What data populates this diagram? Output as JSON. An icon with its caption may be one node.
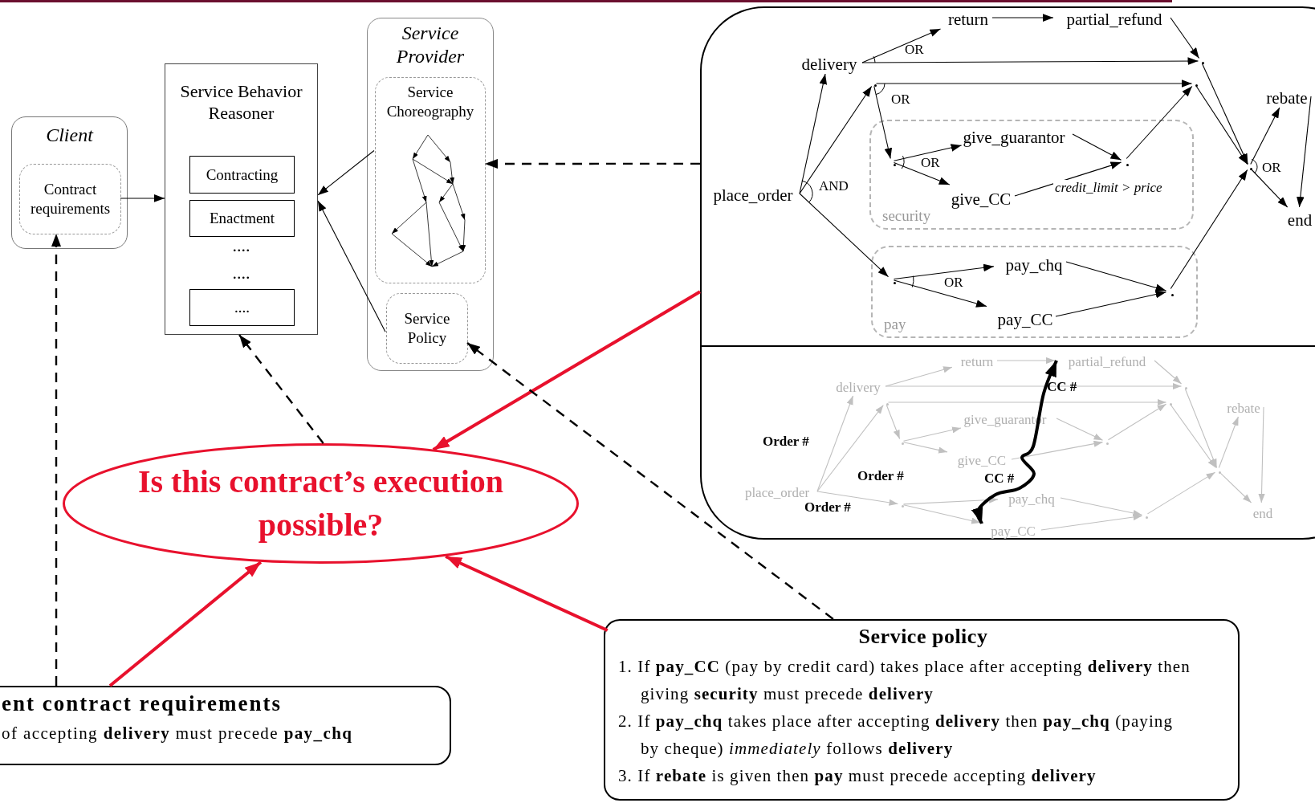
{
  "diagram": {
    "nodes": [
      {
        "text": [
          "Client"
        ]
      },
      {
        "text": [
          "Contract requirements"
        ],
        "in": 0
      },
      {
        "text": [
          "Service Behavior Reasoner",
          "....",
          "...."
        ]
      },
      {
        "text": [
          "Contracting"
        ],
        "in": 2
      },
      {
        "text": [
          "Enactment"
        ],
        "in": 2
      },
      {
        "text": [
          "...."
        ],
        "in": 2
      },
      {
        "text": [
          "Service Provider"
        ]
      },
      {
        "text": [
          "Service Choreography"
        ],
        "in": 6
      },
      {
        "text": [
          "Service Policy"
        ],
        "in": 6
      },
      {
        "text": [],
        "shape": "box"
      },
      {
        "text": [
          "delivery"
        ],
        "in": 9
      },
      {
        "text": [
          "return"
        ],
        "in": 9
      },
      {
        "text": [
          "partial_refund"
        ],
        "in": 9
      },
      {
        "text": [],
        "shape": "point",
        "in": 9
      },
      {
        "text": [],
        "shape": "point",
        "in": 9
      },
      {
        "text": [],
        "shape": "point",
        "in": 9
      },
      {
        "text": [
          "security"
        ],
        "in": 9
      },
      {
        "text": [],
        "shape": "point",
        "in": 16
      },
      {
        "text": [
          "give_guarantor"
        ],
        "in": 16
      },
      {
        "text": [
          "give_CC"
        ],
        "in": 16
      },
      {
        "text": [],
        "shape": "point",
        "in": 16
      },
      {
        "text": [
          "place_order"
        ],
        "in": 9
      },
      {
        "text": [
          "pay"
        ],
        "in": 9
      },
      {
        "text": [],
        "shape": "point",
        "in": 22
      },
      {
        "text": [
          "pay_chq"
        ],
        "in": 22
      },
      {
        "text": [
          "pay_CC"
        ],
        "in": 22
      },
      {
        "text": [],
        "shape": "point",
        "in": 22
      },
      {
        "text": [],
        "shape": "point",
        "in": 9
      },
      {
        "text": [
          "rebate"
        ],
        "in": 9
      },
      {
        "text": [
          "end"
        ],
        "in": 9
      },
      {
        "text": [
          "delivery"
        ],
        "in": 9
      },
      {
        "text": [
          "return"
        ],
        "in": 9
      },
      {
        "text": [
          "partial_refund"
        ],
        "in": 9
      },
      {
        "text": [],
        "shape": "point",
        "in": 9
      },
      {
        "text": [],
        "shape": "point",
        "in": 9
      },
      {
        "text": [],
        "shape": "point",
        "in": 9
      },
      {
        "text": [],
        "shape": "point",
        "in": 9
      },
      {
        "text": [
          "give_guarantor"
        ],
        "in": 9
      },
      {
        "text": [
          "give_CC"
        ],
        "in": 9
      },
      {
        "text": [],
        "shape": "point",
        "in": 9
      },
      {
        "text": [
          "place_order"
        ],
        "in": 9
      },
      {
        "text": [],
        "shape": "point",
        "in": 9
      },
      {
        "text": [
          "pay_chq"
        ],
        "in": 9
      },
      {
        "text": [
          "pay_CC"
        ],
        "in": 9
      },
      {
        "text": [],
        "shape": "point",
        "in": 9
      },
      {
        "text": [],
        "shape": "point",
        "in": 9
      },
      {
        "text": [
          "rebate"
        ],
        "in": 9
      },
      {
        "text": [
          "end"
        ],
        "in": 9
      },
      {
        "text": [
          "Is this contract’s execution possible?"
        ]
      },
      {
        "text": [
          "ent contract requirements",
          "of accepting **delivery** must precede **pay_chq**"
        ]
      },
      {
        "text": [
          "Service policy",
          "1. If **pay_CC** (pay by credit card) takes place after accepting **delivery** then giving **security** must precede **delivery**",
          "2. If **pay_chq** takes place after accepting **delivery** then **pay_chq** (paying by cheque) *immediately* follows **delivery**",
          "3. If **rebate** is given then **pay** must precede accepting **delivery**"
        ]
      }
    ],
    "edges": [
      {
        "from": 21,
        "to": 10,
        "arrow": "to"
      },
      {
        "from": 21,
        "to": 14,
        "arrow": "to"
      },
      {
        "from": 21,
        "to": 23,
        "arrow": "to"
      },
      {
        "from": 10,
        "to": 11,
        "arrow": "to"
      },
      {
        "from": 10,
        "to": 13,
        "arrow": "to"
      },
      {
        "from": 11,
        "to": 12,
        "arrow": "to"
      },
      {
        "from": 12,
        "to": 13,
        "arrow": "to"
      },
      {
        "from": 13,
        "to": 27,
        "arrow": "to"
      },
      {
        "from": 14,
        "to": 15,
        "arrow": "to"
      },
      {
        "from": 14,
        "to": 17,
        "arrow": "to"
      },
      {
        "from": 17,
        "to": 18,
        "arrow": "to"
      },
      {
        "from": 17,
        "to": 19,
        "arrow": "to"
      },
      {
        "from": 18,
        "to": 20,
        "arrow": "to"
      },
      {
        "from": 19,
        "to": 20,
        "arrow": "to",
        "label": "credit_limit > price"
      },
      {
        "from": 20,
        "to": 15,
        "arrow": "to"
      },
      {
        "from": 15,
        "to": 27,
        "arrow": "to"
      },
      {
        "from": 23,
        "to": 24,
        "arrow": "to"
      },
      {
        "from": 23,
        "to": 25,
        "arrow": "to"
      },
      {
        "from": 24,
        "to": 26,
        "arrow": "to"
      },
      {
        "from": 25,
        "to": 26,
        "arrow": "to"
      },
      {
        "from": 26,
        "to": 27,
        "arrow": "to"
      },
      {
        "from": 27,
        "to": 28,
        "arrow": "to"
      },
      {
        "from": 28,
        "to": 29,
        "arrow": "to"
      },
      {
        "from": 27,
        "to": 29,
        "arrow": "to"
      },
      {
        "from": 40,
        "to": 30,
        "arrow": "to",
        "color": "#c0c0c0"
      },
      {
        "from": 40,
        "to": 34,
        "arrow": "to",
        "color": "#c0c0c0"
      },
      {
        "from": 40,
        "to": 41,
        "arrow": "to",
        "color": "#c0c0c0"
      },
      {
        "from": 30,
        "to": 31,
        "arrow": "to",
        "color": "#c0c0c0"
      },
      {
        "from": 30,
        "to": 33,
        "arrow": "to",
        "color": "#c0c0c0"
      },
      {
        "from": 31,
        "to": 32,
        "arrow": "to",
        "color": "#c0c0c0"
      },
      {
        "from": 32,
        "to": 33,
        "arrow": "to",
        "color": "#c0c0c0"
      },
      {
        "from": 33,
        "to": 45,
        "arrow": "to",
        "color": "#c0c0c0"
      },
      {
        "from": 34,
        "to": 35,
        "arrow": "to",
        "color": "#c0c0c0"
      },
      {
        "from": 34,
        "to": 36,
        "arrow": "to",
        "color": "#c0c0c0"
      },
      {
        "from": 36,
        "to": 37,
        "arrow": "to",
        "color": "#c0c0c0"
      },
      {
        "from": 36,
        "to": 38,
        "arrow": "to",
        "color": "#c0c0c0"
      },
      {
        "from": 37,
        "to": 39,
        "arrow": "to",
        "color": "#c0c0c0"
      },
      {
        "from": 38,
        "to": 39,
        "arrow": "to",
        "color": "#c0c0c0"
      },
      {
        "from": 39,
        "to": 35,
        "arrow": "to",
        "color": "#c0c0c0"
      },
      {
        "from": 35,
        "to": 45,
        "arrow": "to",
        "color": "#c0c0c0"
      },
      {
        "from": 41,
        "to": 42,
        "arrow": "to",
        "color": "#c0c0c0"
      },
      {
        "from": 41,
        "to": 43,
        "arrow": "to",
        "color": "#c0c0c0"
      },
      {
        "from": 42,
        "to": 44,
        "arrow": "to",
        "color": "#c0c0c0"
      },
      {
        "from": 43,
        "to": 44,
        "arrow": "to",
        "color": "#c0c0c0"
      },
      {
        "from": 44,
        "to": 45,
        "arrow": "to",
        "color": "#c0c0c0"
      },
      {
        "from": 45,
        "to": 46,
        "arrow": "to",
        "color": "#c0c0c0"
      },
      {
        "from": 46,
        "to": 47,
        "arrow": "to",
        "color": "#c0c0c0"
      },
      {
        "from": 45,
        "to": 47,
        "arrow": "to",
        "color": "#c0c0c0"
      },
      {
        "from": 43,
        "to": 32,
        "arrow": "both",
        "style": "thick"
      },
      {
        "from": 1,
        "to": 2,
        "arrow": "to"
      },
      {
        "from": 7,
        "to": 2,
        "arrow": "to"
      },
      {
        "from": 8,
        "to": 2,
        "arrow": "to"
      },
      {
        "from": 9,
        "to": 7,
        "arrow": "to",
        "style": "dashed"
      },
      {
        "from": 9,
        "to": 48,
        "arrow": "to",
        "style": "thick",
        "color": "#e8112d"
      },
      {
        "from": 48,
        "to": 2,
        "arrow": "to",
        "style": "dashed"
      },
      {
        "from": 50,
        "to": 8,
        "arrow": "to",
        "style": "dashed"
      },
      {
        "from": 49,
        "to": 1,
        "arrow": "to",
        "style": "dashed"
      },
      {
        "from": 49,
        "to": 48,
        "arrow": "to",
        "style": "thick",
        "color": "#e8112d"
      },
      {
        "from": 50,
        "to": 48,
        "arrow": "to",
        "style": "thick",
        "color": "#e8112d"
      }
    ],
    "labels": [
      "OR",
      "OR",
      "OR",
      "OR",
      "AND",
      "OR",
      "CC #",
      "Order #",
      "Order #",
      "CC #",
      "Order #"
    ]
  }
}
